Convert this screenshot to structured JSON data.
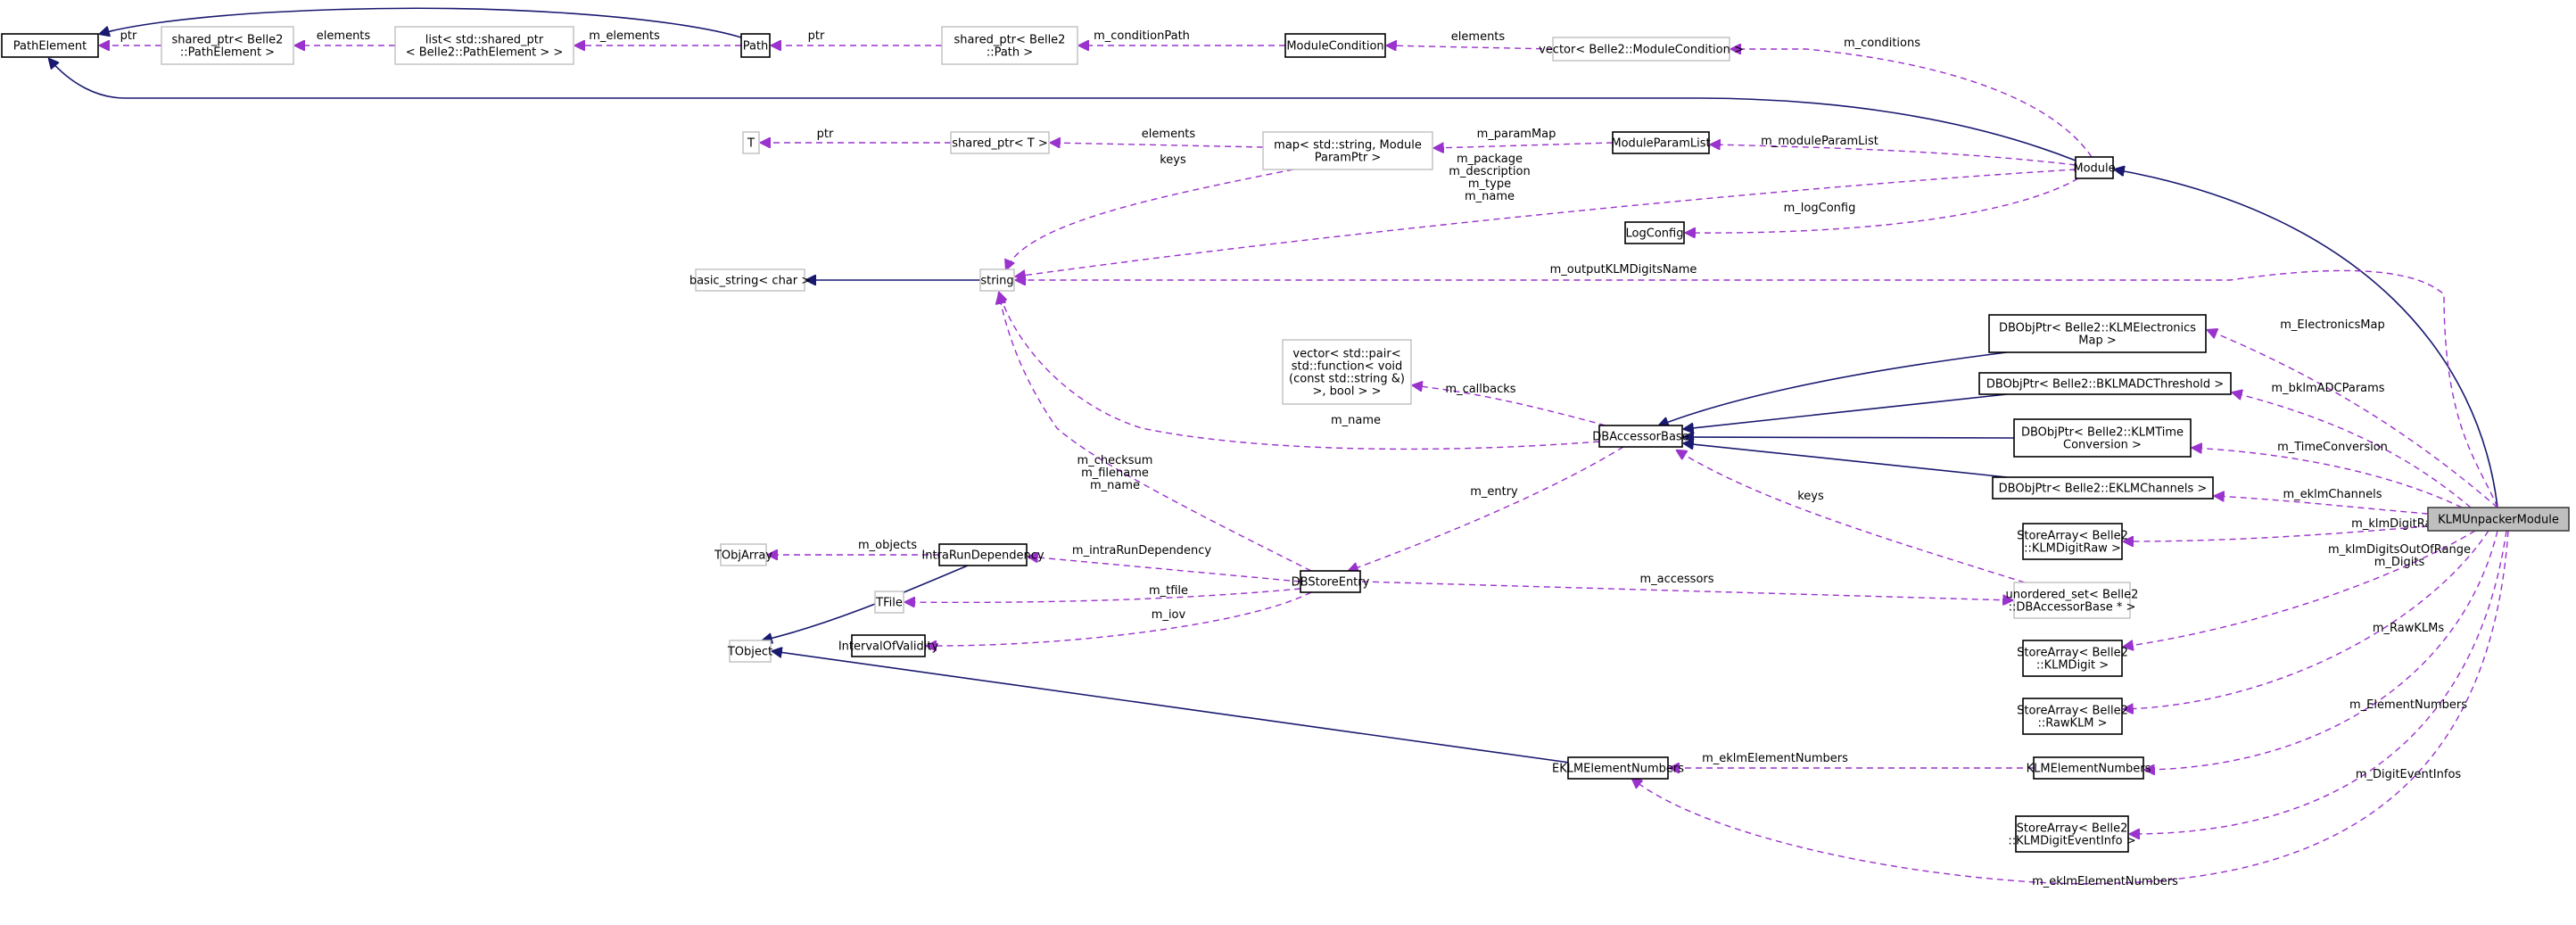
{
  "diagram": {
    "title": "KLMUnpackerModule collaboration graph",
    "colors": {
      "inheritance_edge": "#191970",
      "usage_edge": "#9a32cd",
      "focus_node_fill": "#bfbfbf",
      "documented_border": "#000000",
      "undocumented_border": "#bfbfbf"
    },
    "nodes": [
      {
        "id": "PathElement",
        "lines": [
          "PathElement"
        ],
        "style": "normal"
      },
      {
        "id": "shared_ptr_PathElement",
        "lines": [
          "shared_ptr< Belle2",
          "::PathElement >"
        ],
        "style": "gray"
      },
      {
        "id": "list_shared_ptr",
        "lines": [
          "list< std::shared_ptr",
          "< Belle2::PathElement > >"
        ],
        "style": "gray"
      },
      {
        "id": "Path",
        "lines": [
          "Path"
        ],
        "style": "normal"
      },
      {
        "id": "shared_ptr_Path",
        "lines": [
          "shared_ptr< Belle2",
          "::Path >"
        ],
        "style": "gray"
      },
      {
        "id": "ModuleCondition",
        "lines": [
          "ModuleCondition"
        ],
        "style": "normal"
      },
      {
        "id": "vector_ModuleCondition",
        "lines": [
          "vector< Belle2::ModuleCondition >"
        ],
        "style": "gray"
      },
      {
        "id": "T",
        "lines": [
          "T"
        ],
        "style": "gray"
      },
      {
        "id": "shared_ptr_T",
        "lines": [
          "shared_ptr< T >"
        ],
        "style": "gray"
      },
      {
        "id": "map_string_ModuleParamPtr",
        "lines": [
          "map< std::string, Module",
          "ParamPtr >"
        ],
        "style": "gray"
      },
      {
        "id": "ModuleParamList",
        "lines": [
          "ModuleParamList"
        ],
        "style": "normal"
      },
      {
        "id": "Module",
        "lines": [
          "Module"
        ],
        "style": "normal"
      },
      {
        "id": "LogConfig",
        "lines": [
          "LogConfig"
        ],
        "style": "normal"
      },
      {
        "id": "basic_string_char",
        "lines": [
          "basic_string< char >"
        ],
        "style": "gray"
      },
      {
        "id": "string",
        "lines": [
          "string"
        ],
        "style": "gray"
      },
      {
        "id": "vector_pair_function",
        "lines": [
          "vector< std::pair<",
          "std::function< void",
          "(const std::string &)",
          ">, bool > >"
        ],
        "style": "gray"
      },
      {
        "id": "DBAccessorBase",
        "lines": [
          "DBAccessorBase"
        ],
        "style": "normal"
      },
      {
        "id": "DBObjPtr_KLMElectronicsMap",
        "lines": [
          "DBObjPtr< Belle2::KLMElectronics",
          "Map >"
        ],
        "style": "normal"
      },
      {
        "id": "DBObjPtr_BKLMADCThreshold",
        "lines": [
          "DBObjPtr< Belle2::BKLMADCThreshold >"
        ],
        "style": "normal"
      },
      {
        "id": "DBObjPtr_KLMTimeConversion",
        "lines": [
          "DBObjPtr< Belle2::KLMTime",
          "Conversion >"
        ],
        "style": "normal"
      },
      {
        "id": "DBObjPtr_EKLMChannels",
        "lines": [
          "DBObjPtr< Belle2::EKLMChannels >"
        ],
        "style": "normal"
      },
      {
        "id": "KLMUnpackerModule",
        "lines": [
          "KLMUnpackerModule"
        ],
        "style": "focus"
      },
      {
        "id": "TObjArray",
        "lines": [
          "TObjArray"
        ],
        "style": "gray"
      },
      {
        "id": "IntraRunDependency",
        "lines": [
          "IntraRunDependency"
        ],
        "style": "normal"
      },
      {
        "id": "DBStoreEntry",
        "lines": [
          "DBStoreEntry"
        ],
        "style": "normal"
      },
      {
        "id": "TFile",
        "lines": [
          "TFile"
        ],
        "style": "gray"
      },
      {
        "id": "IntervalOfValidity",
        "lines": [
          "IntervalOfValidity"
        ],
        "style": "normal"
      },
      {
        "id": "TObject",
        "lines": [
          "TObject"
        ],
        "style": "gray"
      },
      {
        "id": "StoreArray_KLMDigitRaw",
        "lines": [
          "StoreArray< Belle2",
          "::KLMDigitRaw >"
        ],
        "style": "normal"
      },
      {
        "id": "unordered_set_DBAccessorBase",
        "lines": [
          "unordered_set< Belle2",
          "::DBAccessorBase * >"
        ],
        "style": "gray"
      },
      {
        "id": "StoreArray_KLMDigit",
        "lines": [
          "StoreArray< Belle2",
          "::KLMDigit >"
        ],
        "style": "normal"
      },
      {
        "id": "StoreArray_RawKLM",
        "lines": [
          "StoreArray< Belle2",
          "::RawKLM >"
        ],
        "style": "normal"
      },
      {
        "id": "EKLMElementNumbers",
        "lines": [
          "EKLMElementNumbers"
        ],
        "style": "normal"
      },
      {
        "id": "KLMElementNumbers",
        "lines": [
          "KLMElementNumbers"
        ],
        "style": "normal"
      },
      {
        "id": "StoreArray_KLMDigitEventInfo",
        "lines": [
          "StoreArray< Belle2",
          "::KLMDigitEventInfo >"
        ],
        "style": "normal"
      }
    ],
    "edges": [
      {
        "id": "e1",
        "from": "shared_ptr_PathElement",
        "to": "PathElement",
        "kind": "usage",
        "label": [
          "ptr"
        ]
      },
      {
        "id": "e2",
        "from": "list_shared_ptr",
        "to": "shared_ptr_PathElement",
        "kind": "usage",
        "label": [
          "elements"
        ]
      },
      {
        "id": "e3",
        "from": "Path",
        "to": "list_shared_ptr",
        "kind": "usage",
        "label": [
          "m_elements"
        ]
      },
      {
        "id": "e4",
        "from": "Path",
        "to": "PathElement",
        "kind": "inherit",
        "label": []
      },
      {
        "id": "e5",
        "from": "shared_ptr_Path",
        "to": "Path",
        "kind": "usage",
        "label": [
          "ptr"
        ]
      },
      {
        "id": "e6",
        "from": "ModuleCondition",
        "to": "shared_ptr_Path",
        "kind": "usage",
        "label": [
          "m_conditionPath"
        ]
      },
      {
        "id": "e7",
        "from": "vector_ModuleCondition",
        "to": "ModuleCondition",
        "kind": "usage",
        "label": [
          "elements"
        ]
      },
      {
        "id": "e8",
        "from": "Module",
        "to": "vector_ModuleCondition",
        "kind": "usage",
        "label": [
          "m_conditions"
        ]
      },
      {
        "id": "e9",
        "from": "Module",
        "to": "PathElement",
        "kind": "inherit",
        "label": []
      },
      {
        "id": "e10",
        "from": "shared_ptr_T",
        "to": "T",
        "kind": "usage",
        "label": [
          "ptr"
        ]
      },
      {
        "id": "e11",
        "from": "map_string_ModuleParamPtr",
        "to": "shared_ptr_T",
        "kind": "usage",
        "label": [
          "elements"
        ]
      },
      {
        "id": "e12",
        "from": "map_string_ModuleParamPtr",
        "to": "string",
        "kind": "usage",
        "label": [
          "keys"
        ]
      },
      {
        "id": "e13",
        "from": "ModuleParamList",
        "to": "map_string_ModuleParamPtr",
        "kind": "usage",
        "label": [
          "m_paramMap"
        ]
      },
      {
        "id": "e14",
        "from": "Module",
        "to": "ModuleParamList",
        "kind": "usage",
        "label": [
          "m_moduleParamList"
        ]
      },
      {
        "id": "e15",
        "from": "Module",
        "to": "string",
        "kind": "usage",
        "label": [
          "m_package",
          "m_description",
          "m_type",
          "m_name"
        ]
      },
      {
        "id": "e16",
        "from": "Module",
        "to": "LogConfig",
        "kind": "usage",
        "label": [
          "m_logConfig"
        ]
      },
      {
        "id": "e17",
        "from": "KLMUnpackerModule",
        "to": "Module",
        "kind": "inherit",
        "label": []
      },
      {
        "id": "e18",
        "from": "string",
        "to": "basic_string_char",
        "kind": "inherit",
        "label": []
      },
      {
        "id": "e19",
        "from": "KLMUnpackerModule",
        "to": "string",
        "kind": "usage",
        "label": [
          "m_outputKLMDigitsName"
        ]
      },
      {
        "id": "e20",
        "from": "DBAccessorBase",
        "to": "vector_pair_function",
        "kind": "usage",
        "label": [
          "m_callbacks"
        ]
      },
      {
        "id": "e21",
        "from": "DBAccessorBase",
        "to": "string",
        "kind": "usage",
        "label": [
          "m_name"
        ]
      },
      {
        "id": "e22",
        "from": "DBObjPtr_KLMElectronicsMap",
        "to": "DBAccessorBase",
        "kind": "inherit",
        "label": []
      },
      {
        "id": "e23",
        "from": "DBObjPtr_BKLMADCThreshold",
        "to": "DBAccessorBase",
        "kind": "inherit",
        "label": []
      },
      {
        "id": "e24",
        "from": "DBObjPtr_KLMTimeConversion",
        "to": "DBAccessorBase",
        "kind": "inherit",
        "label": []
      },
      {
        "id": "e25",
        "from": "DBObjPtr_EKLMChannels",
        "to": "DBAccessorBase",
        "kind": "inherit",
        "label": []
      },
      {
        "id": "e26",
        "from": "KLMUnpackerModule",
        "to": "DBObjPtr_KLMElectronicsMap",
        "kind": "usage",
        "label": [
          "m_ElectronicsMap"
        ]
      },
      {
        "id": "e27",
        "from": "KLMUnpackerModule",
        "to": "DBObjPtr_BKLMADCThreshold",
        "kind": "usage",
        "label": [
          "m_bklmADCParams"
        ]
      },
      {
        "id": "e28",
        "from": "KLMUnpackerModule",
        "to": "DBObjPtr_KLMTimeConversion",
        "kind": "usage",
        "label": [
          "m_TimeConversion"
        ]
      },
      {
        "id": "e29",
        "from": "KLMUnpackerModule",
        "to": "DBObjPtr_EKLMChannels",
        "kind": "usage",
        "label": [
          "m_eklmChannels"
        ]
      },
      {
        "id": "e30",
        "from": "DBStoreEntry",
        "to": "string",
        "kind": "usage",
        "label": [
          "m_checksum",
          "m_filename",
          "m_name"
        ]
      },
      {
        "id": "e31",
        "from": "DBAccessorBase",
        "to": "DBStoreEntry",
        "kind": "usage",
        "label": [
          "m_entry"
        ]
      },
      {
        "id": "e32",
        "from": "unordered_set_DBAccessorBase",
        "to": "DBAccessorBase",
        "kind": "usage",
        "label": [
          "keys"
        ]
      },
      {
        "id": "e33",
        "from": "IntraRunDependency",
        "to": "TObjArray",
        "kind": "usage",
        "label": [
          "m_objects"
        ]
      },
      {
        "id": "e34",
        "from": "DBStoreEntry",
        "to": "IntraRunDependency",
        "kind": "usage",
        "label": [
          "m_intraRunDependency"
        ]
      },
      {
        "id": "e35",
        "from": "DBStoreEntry",
        "to": "TFile",
        "kind": "usage",
        "label": [
          "m_tfile"
        ]
      },
      {
        "id": "e36",
        "from": "DBStoreEntry",
        "to": "IntervalOfValidity",
        "kind": "usage",
        "label": [
          "m_iov"
        ]
      },
      {
        "id": "e37",
        "from": "DBStoreEntry",
        "to": "unordered_set_DBAccessorBase",
        "kind": "usage",
        "label": [
          "m_accessors"
        ]
      },
      {
        "id": "e38",
        "from": "IntraRunDependency",
        "to": "TObject",
        "kind": "inherit",
        "label": []
      },
      {
        "id": "e39",
        "from": "EKLMElementNumbers",
        "to": "TObject",
        "kind": "inherit",
        "label": []
      },
      {
        "id": "e40",
        "from": "KLMUnpackerModule",
        "to": "StoreArray_KLMDigitRaw",
        "kind": "usage",
        "label": [
          "m_klmDigitRaws"
        ]
      },
      {
        "id": "e41",
        "from": "KLMUnpackerModule",
        "to": "StoreArray_KLMDigit",
        "kind": "usage",
        "label": [
          "m_klmDigitsOutOfRange",
          "m_Digits"
        ]
      },
      {
        "id": "e42",
        "from": "KLMUnpackerModule",
        "to": "StoreArray_RawKLM",
        "kind": "usage",
        "label": [
          "m_RawKLMs"
        ]
      },
      {
        "id": "e43",
        "from": "KLMUnpackerModule",
        "to": "KLMElementNumbers",
        "kind": "usage",
        "label": [
          "m_ElementNumbers"
        ]
      },
      {
        "id": "e44",
        "from": "KLMElementNumbers",
        "to": "EKLMElementNumbers",
        "kind": "usage",
        "label": [
          "m_eklmElementNumbers"
        ]
      },
      {
        "id": "e45",
        "from": "KLMUnpackerModule",
        "to": "StoreArray_KLMDigitEventInfo",
        "kind": "usage",
        "label": [
          "m_DigitEventInfos"
        ]
      },
      {
        "id": "e46",
        "from": "KLMUnpackerModule",
        "to": "EKLMElementNumbers",
        "kind": "usage",
        "label": [
          "m_eklmElementNumbers"
        ]
      }
    ]
  }
}
